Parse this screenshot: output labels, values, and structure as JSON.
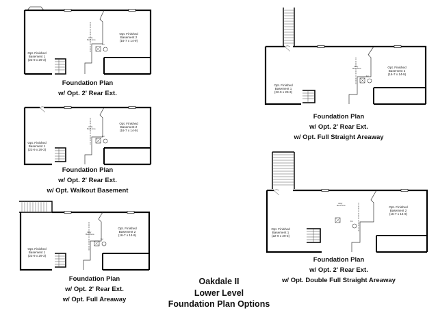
{
  "plans": [
    {
      "id": "plan1",
      "caption": [
        "Foundation Plan",
        "w/ Opt. 2' Rear Ext."
      ],
      "basement1": [
        "Opt. Finished",
        "Basement 1",
        "(22-9 x 29-3)"
      ],
      "basement2": [
        "Opt. Finished",
        "Basement 2",
        "(16-7 x 14-9)"
      ],
      "utility": [
        "Utility",
        "Mech Area"
      ],
      "equipment": [
        "Fur",
        "Wtr Htr"
      ]
    },
    {
      "id": "plan2",
      "caption": [
        "Foundation Plan",
        "w/ Opt. 2' Rear Ext.",
        "w/ Opt.  Walkout Basement"
      ],
      "basement1": [
        "Opt. Finished",
        "Basement 1",
        "(22-9 x 29-3)"
      ],
      "basement2": [
        "Opt. Finished",
        "Basement 2",
        "(16-7 x 14-9)"
      ],
      "utility": [
        "Utility",
        "Mech Area"
      ],
      "equipment": [
        "Fur",
        "Wtr Htr"
      ]
    },
    {
      "id": "plan3",
      "caption": [
        "Foundation Plan",
        "w/ Opt. 2' Rear Ext.",
        "w/ Opt.  Full Areaway"
      ],
      "basement1": [
        "Opt. Finished",
        "Basement 1",
        "(22-9 x 29-3)"
      ],
      "basement2": [
        "Opt. Finished",
        "Basement 2",
        "(16-7 x 14-9)"
      ],
      "utility": [
        "Utility",
        "Mech Area"
      ],
      "equipment": [
        "Fur",
        "Wtr Htr"
      ]
    },
    {
      "id": "plan4",
      "caption": [
        "Foundation Plan",
        "w/ Opt. 2' Rear Ext.",
        "w/ Opt.  Full Straight Areaway"
      ],
      "basement1": [
        "Opt. Finished",
        "Basement 1",
        "(22-9 x 29-3)"
      ],
      "basement2": [
        "Opt. Finished",
        "Basement 2",
        "(16-7 x 14-9)"
      ],
      "utility": [
        "Utility",
        "Mech Area"
      ],
      "equipment": [
        "Fur",
        "Wtr Htr"
      ]
    },
    {
      "id": "plan5",
      "caption": [
        "Foundation Plan",
        "w/ Opt. 2' Rear Ext.",
        "w/ Opt.  Double Full Straight Areaway"
      ],
      "basement1": [
        "Opt. Finished",
        "Basement 1",
        "(22-9 x 29-3)"
      ],
      "basement2": [
        "Opt. Finished",
        "Basement 2",
        "(16-7 x 14-9)"
      ],
      "utility": [
        "Utility",
        "Mech Area"
      ],
      "equipment": [
        "Fur",
        "Wtr Htr"
      ]
    }
  ],
  "title": {
    "line1": "Oakdale II",
    "line2": "Lower Level",
    "line3": "Foundation Plan Options"
  }
}
